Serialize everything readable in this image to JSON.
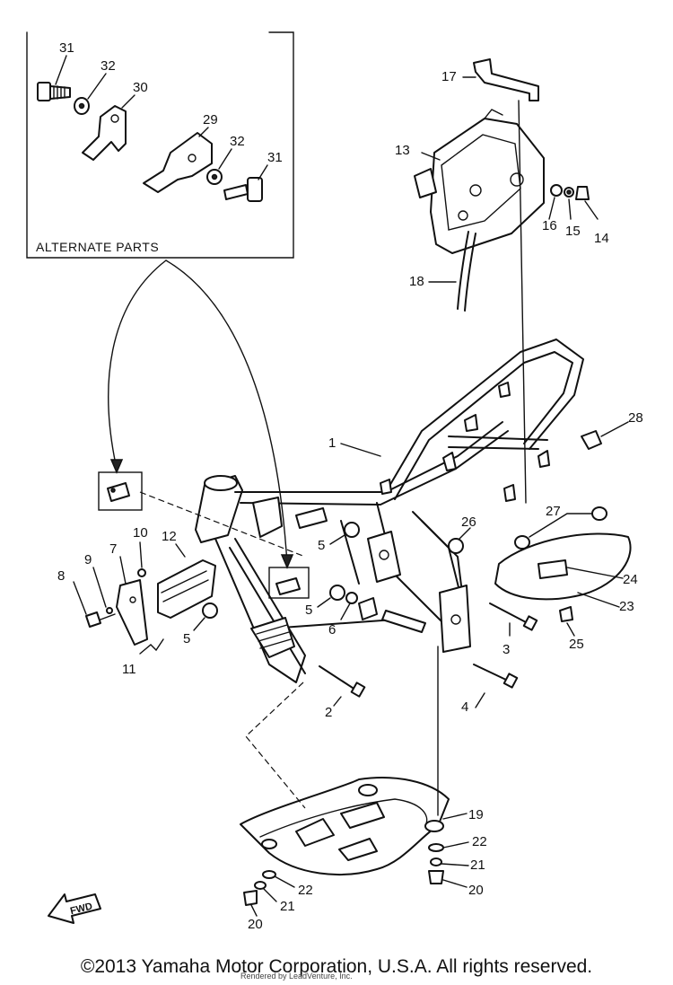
{
  "alternate_parts_label": "ALTERNATE PARTS",
  "fwd_label": "FWD",
  "copyright": "©2013 Yamaha Motor Corporation, U.S.A. All rights reserved.",
  "rendered_by": "Rendered by LeadVenture, Inc.",
  "callouts": {
    "c1": "1",
    "c2": "2",
    "c3": "3",
    "c4": "4",
    "c5a": "5",
    "c5b": "5",
    "c5c": "5",
    "c6": "6",
    "c7": "7",
    "c8": "8",
    "c9": "9",
    "c10": "10",
    "c11": "11",
    "c12": "12",
    "c13": "13",
    "c14": "14",
    "c15": "15",
    "c16": "16",
    "c17": "17",
    "c18": "18",
    "c19": "19",
    "c20a": "20",
    "c20b": "20",
    "c21a": "21",
    "c21b": "21",
    "c22a": "22",
    "c22b": "22",
    "c23": "23",
    "c24": "24",
    "c25": "25",
    "c26": "26",
    "c27": "27",
    "c28": "28",
    "c29": "29",
    "c30": "30",
    "c31a": "31",
    "c31b": "31",
    "c32a": "32",
    "c32b": "32"
  }
}
